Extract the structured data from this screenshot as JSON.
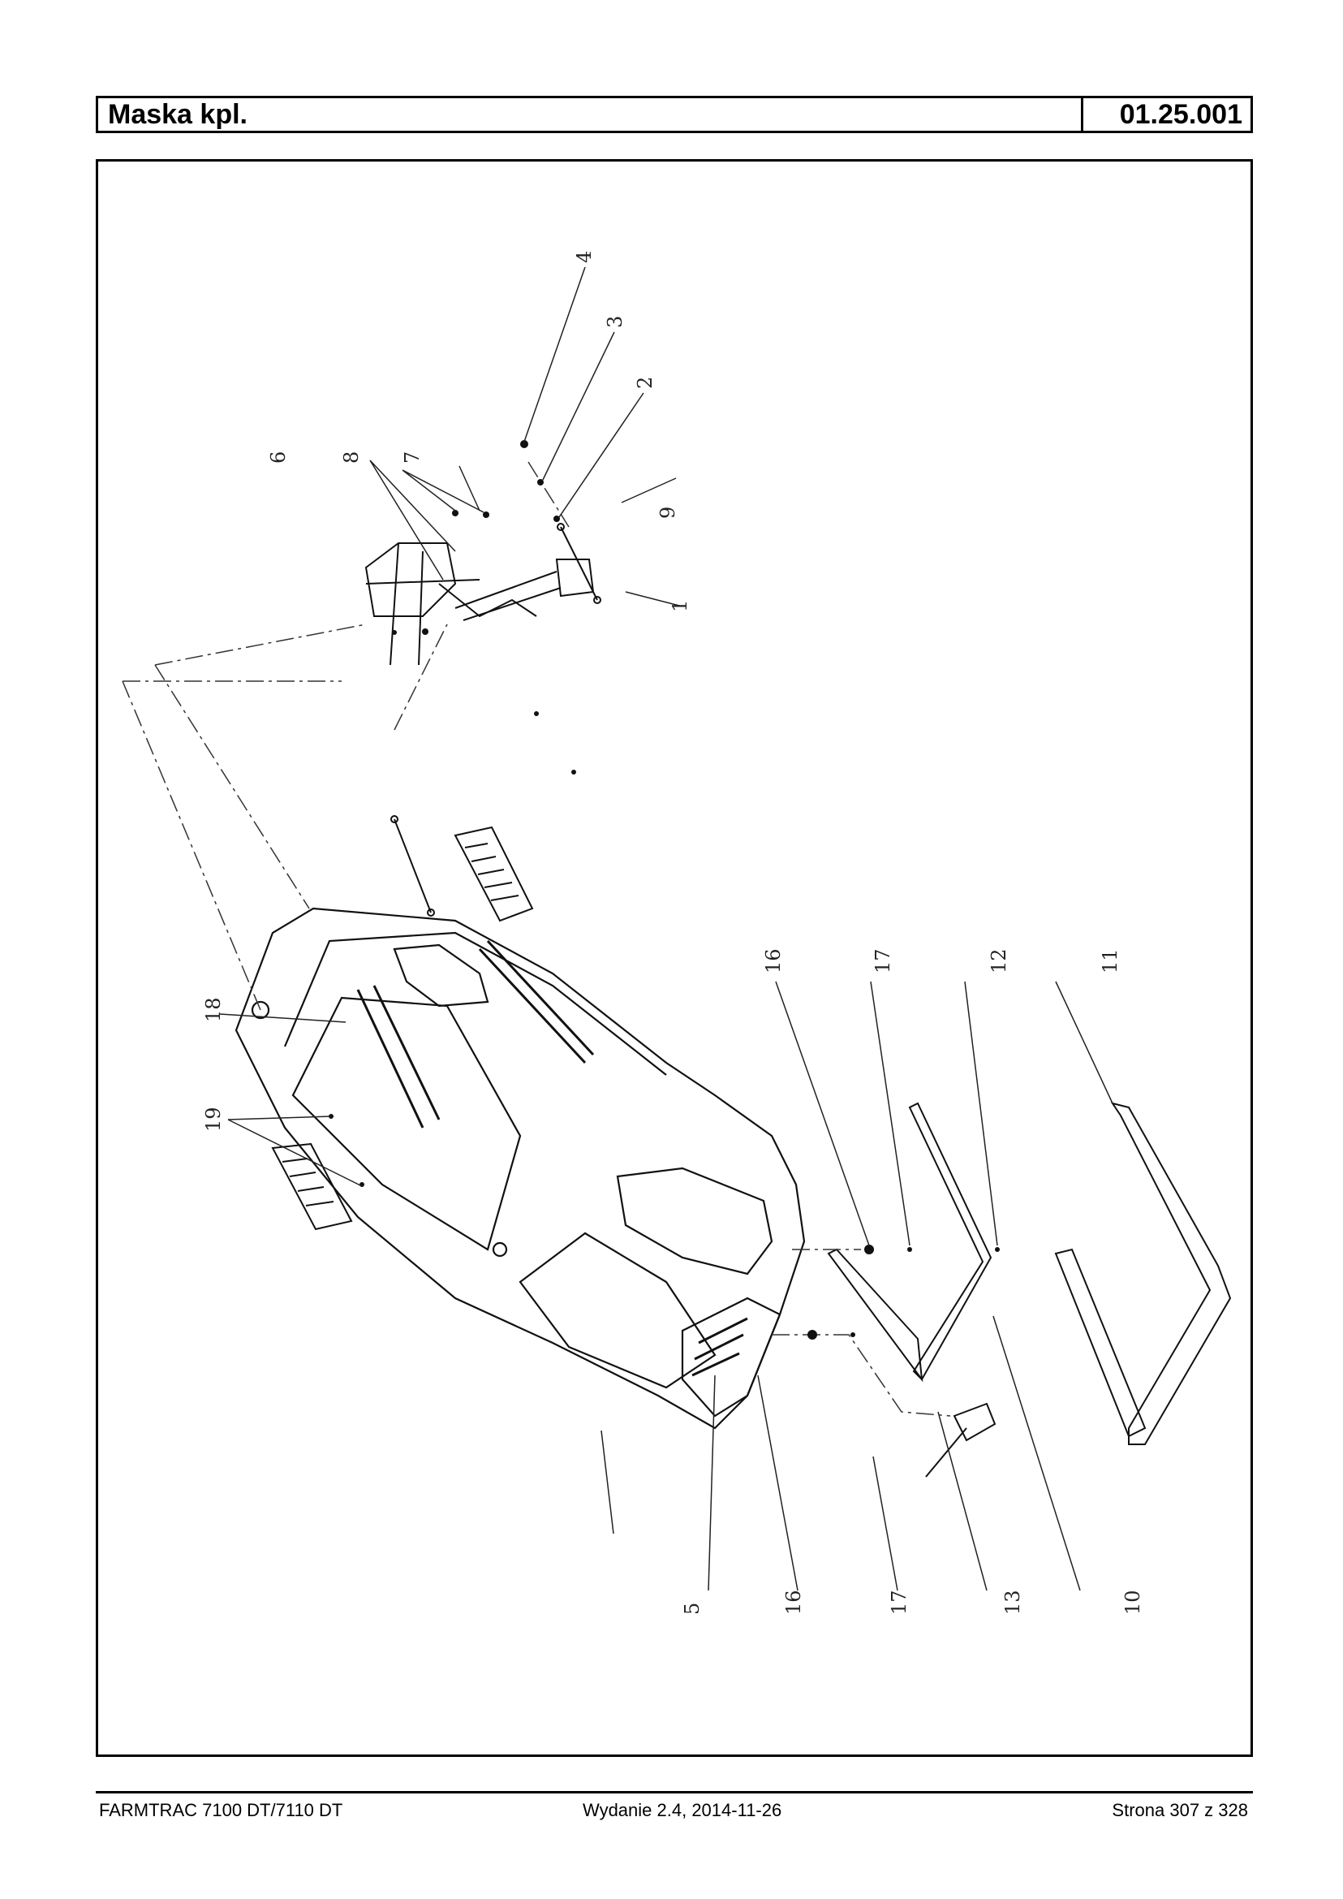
{
  "header": {
    "title": "Maska kpl.",
    "code": "01.25.001"
  },
  "callouts": [
    {
      "id": "c1",
      "label": "1"
    },
    {
      "id": "c2",
      "label": "2"
    },
    {
      "id": "c3",
      "label": "3"
    },
    {
      "id": "c4",
      "label": "4"
    },
    {
      "id": "c5",
      "label": "5"
    },
    {
      "id": "c6",
      "label": "6"
    },
    {
      "id": "c7",
      "label": "7"
    },
    {
      "id": "c8",
      "label": "8"
    },
    {
      "id": "c9",
      "label": "9"
    },
    {
      "id": "c10",
      "label": "10"
    },
    {
      "id": "c11",
      "label": "11"
    },
    {
      "id": "c12",
      "label": "12"
    },
    {
      "id": "c13",
      "label": "13"
    },
    {
      "id": "c16a",
      "label": "16"
    },
    {
      "id": "c16b",
      "label": "16"
    },
    {
      "id": "c17a",
      "label": "17"
    },
    {
      "id": "c17b",
      "label": "17"
    },
    {
      "id": "c18",
      "label": "18"
    },
    {
      "id": "c19",
      "label": "19"
    }
  ],
  "footer": {
    "model": "FARMTRAC 7100 DT/7110 DT",
    "edition": "Wydanie 2.4,  2014-11-26",
    "page": "Strona 307 z 328"
  }
}
